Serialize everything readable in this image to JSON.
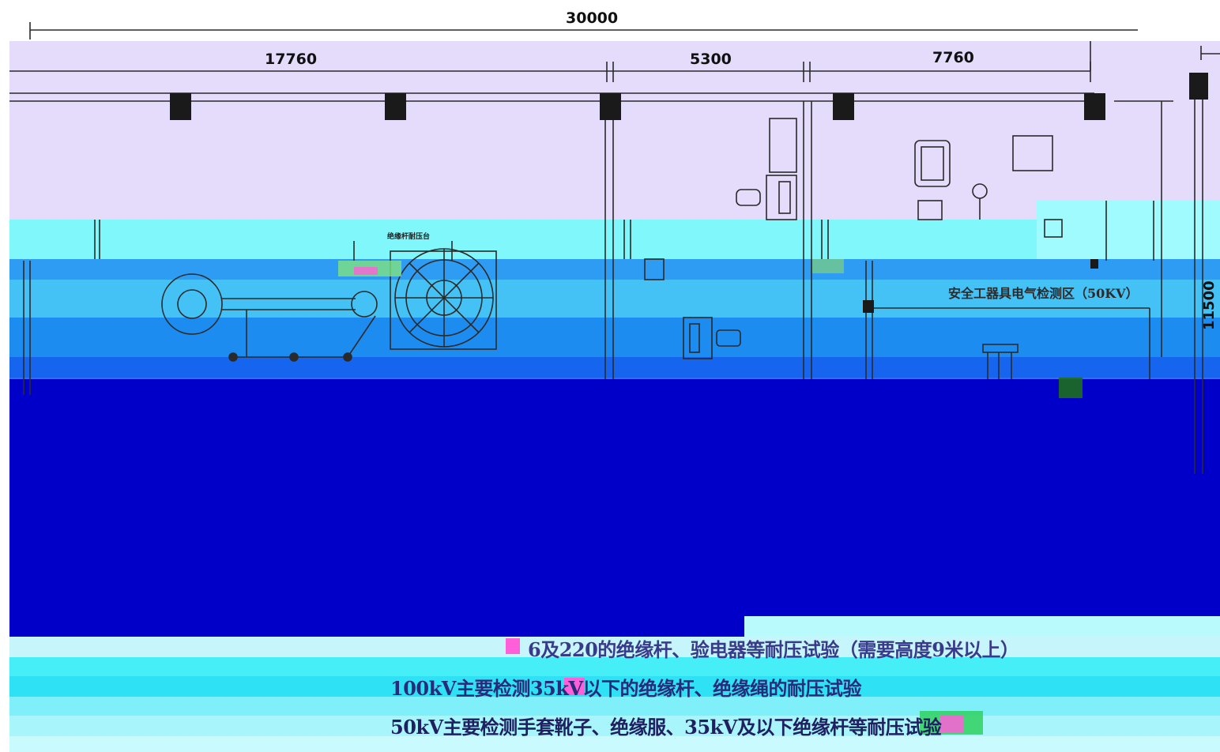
{
  "dimensions": {
    "overall": "30000",
    "seg1": "17760",
    "seg2": "5300",
    "seg3": "7760",
    "height": "11500"
  },
  "zone": {
    "label": "安全工器具电气检测区（50KV）"
  },
  "equipment_labels": {
    "insulating_rod_tester": "绝缘杆耐压台"
  },
  "notes": [
    "6及220的绝缘杆、验电器等耐压试验（需要高度9米以上）",
    "100kV主要检测35kV以下的绝缘杆、绝缘绳的耐压试验",
    "50kV主要检测手套靴子、绝缘服、35kV及以下绝缘杆等耐压试验"
  ],
  "colors": {
    "bg_lavender": "#e4dcfa",
    "band_cyan": "#7ff7fb",
    "band_light_blue": "#49c8f4",
    "band_mid_blue": "#1f8ff0",
    "band_blue": "#1463ee",
    "block_navy": "#0000c8",
    "bottom_cyan": "#44f0f7",
    "line": "#2a2a2a"
  }
}
